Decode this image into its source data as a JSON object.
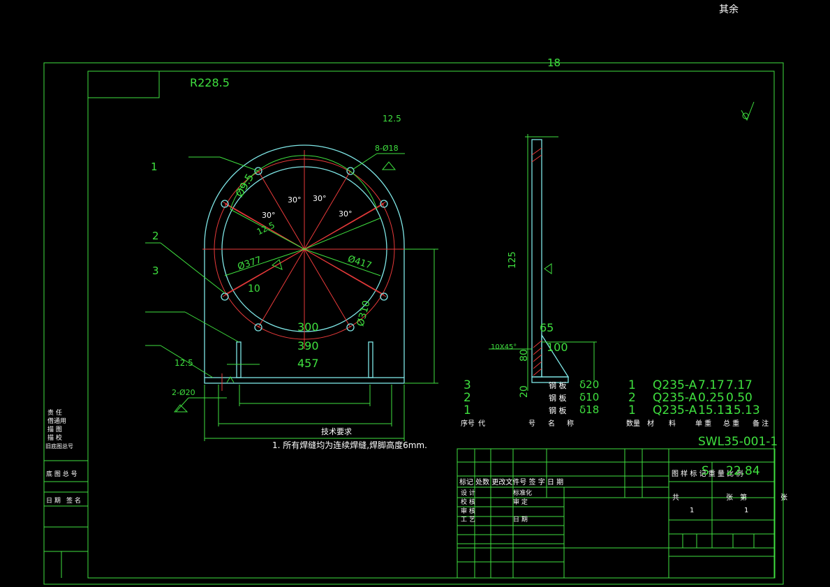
{
  "header": {
    "top_note": "其余",
    "top_dim": "18"
  },
  "front_view": {
    "radius_label": "R228.5",
    "hole_spec": "8-Ø18",
    "weld_top": "12.5",
    "pitch_radius": "Ø9.5",
    "weld_inner": "12.5",
    "angles": [
      "30°",
      "30°",
      "30°",
      "30°"
    ],
    "dia_inner": "Ø377",
    "dia_outer": "Ø417",
    "gap": "10",
    "bolt_circle": "Ø310",
    "width_300": "300",
    "width_390": "390",
    "width_457": "457",
    "weld_left": "12.5",
    "bottom_holes": "2-Ø20",
    "balloons": [
      "1",
      "2",
      "3"
    ]
  },
  "side_view": {
    "height_125": "125",
    "dim_65": "65",
    "dim_100": "100",
    "chamfer": "10X45°",
    "dim_80": "80",
    "dim_20": "20"
  },
  "tech_req": {
    "title": "技术要求",
    "item": "1.  所有焊缝均为连续焊缝,焊脚高度6mm."
  },
  "bom": {
    "rows": [
      {
        "no": "3",
        "name": "钢  板",
        "spec": "δ20",
        "qty": "1",
        "mat": "Q235-A",
        "w1": "7.17",
        "w2": "7.17"
      },
      {
        "no": "2",
        "name": "钢  板",
        "spec": "δ10",
        "qty": "2",
        "mat": "Q235-A",
        "w1": "0.25",
        "w2": "0.50"
      },
      {
        "no": "1",
        "name": "钢  板",
        "spec": "δ18",
        "qty": "1",
        "mat": "Q235-A",
        "w1": "15.13",
        "w2": "15.13"
      }
    ],
    "header_labels": [
      "序号",
      "代",
      "号",
      "名",
      "称",
      "数量",
      "材",
      "料",
      "单 重",
      "总 重",
      "备 注"
    ]
  },
  "title_block": {
    "drawing_no": "SWL35-001-1",
    "mass": "22.84",
    "scale_mark": "S",
    "rev_header": "标记 处数 更改文件号 签 字 日 期",
    "roles": [
      "设  计",
      "标准化",
      "校  核",
      "审  定",
      "审  核",
      "工  艺",
      "日  期"
    ],
    "col_labels": "图  样  标  记     重  量     比  例",
    "sheet_labels": [
      "共",
      "张",
      "第",
      "张"
    ],
    "sheet_values": [
      "1",
      "1"
    ]
  },
  "left_strip": {
    "labels": [
      "责  任",
      "借通用",
      "描  图",
      "描  校",
      "旧底图总号",
      "底 图 总 号",
      "日 期",
      "签 名"
    ]
  }
}
